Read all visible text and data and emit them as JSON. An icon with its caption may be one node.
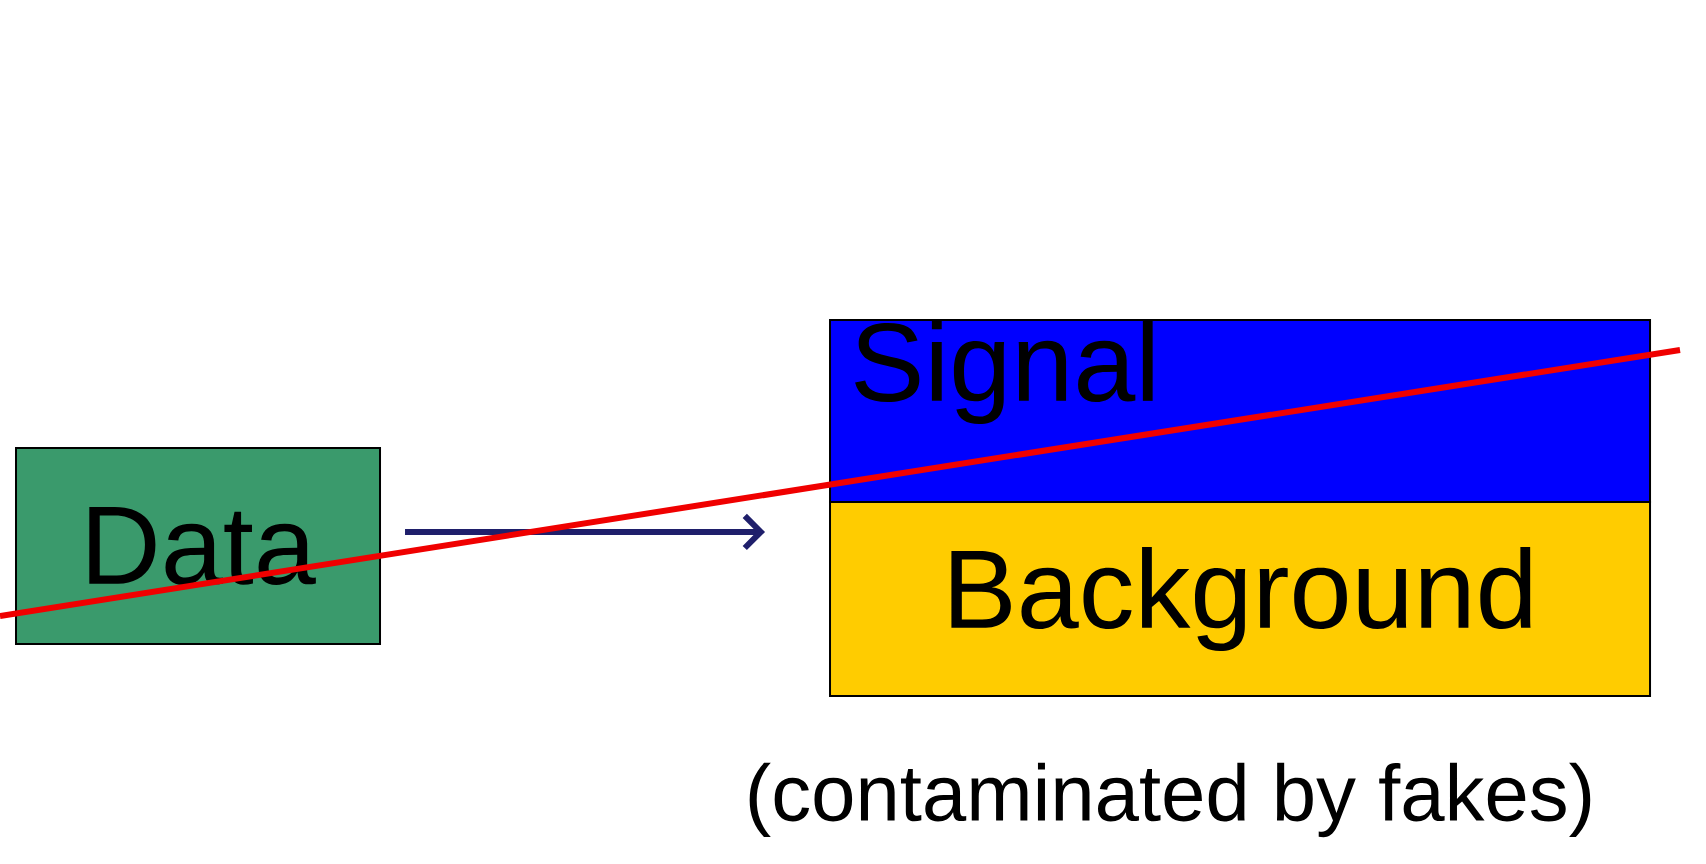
{
  "diagram": {
    "nodes": [
      {
        "text": [
          "Data"
        ]
      },
      {
        "text": [
          "Signal"
        ]
      },
      {
        "text": [
          "Background"
        ],
        "beside": [
          "(contaminated by fakes)"
        ]
      }
    ],
    "edges": [
      {
        "from": 0,
        "to": 2,
        "arrow": "to"
      }
    ]
  }
}
